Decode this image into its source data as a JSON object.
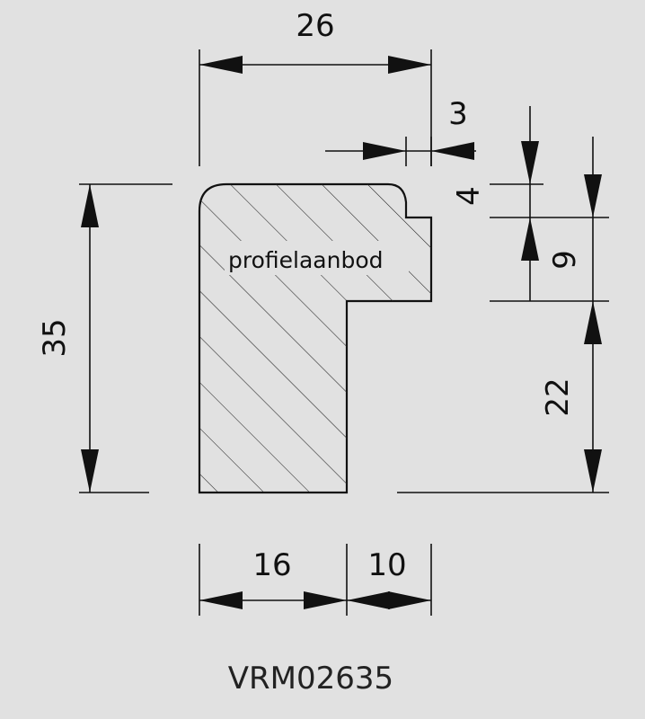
{
  "drawing": {
    "width_total": "26",
    "offset_top": "3",
    "height_total": "35",
    "lip_height": "4",
    "rebate_height": "9",
    "lower_height": "22",
    "base_left": "16",
    "base_right": "10",
    "watermark": "profielaanbod",
    "product_code": "VRM02635"
  },
  "colors": {
    "background": "#e1e1e1",
    "line": "#111111",
    "profile_fill": "#e1e1e1"
  }
}
